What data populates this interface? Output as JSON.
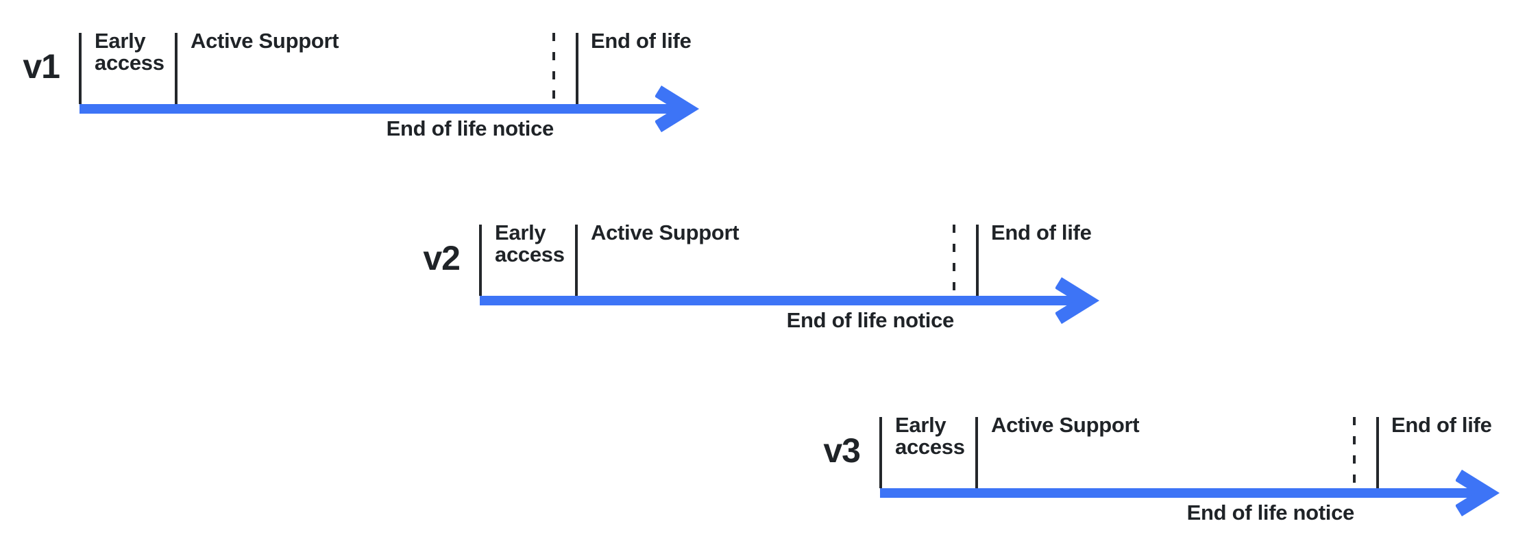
{
  "diagram": {
    "type": "version-lifecycle-timelines",
    "background": "#FFFFFF"
  },
  "colors": {
    "arrow": "#3D74F6",
    "ink": "#1F2327",
    "tick": "#24272B"
  },
  "timelines": [
    {
      "version": "v1",
      "early_access": "Early\naccess",
      "active_support": "Active Support",
      "end_of_life": "End of life",
      "end_of_life_notice": "End of life notice"
    },
    {
      "version": "v2",
      "early_access": "Early\naccess",
      "active_support": "Active Support",
      "end_of_life": "End of life",
      "end_of_life_notice": "End of life notice"
    },
    {
      "version": "v3",
      "early_access": "Early\naccess",
      "active_support": "Active Support",
      "end_of_life": "End of life",
      "end_of_life_notice": "End of life notice"
    }
  ]
}
